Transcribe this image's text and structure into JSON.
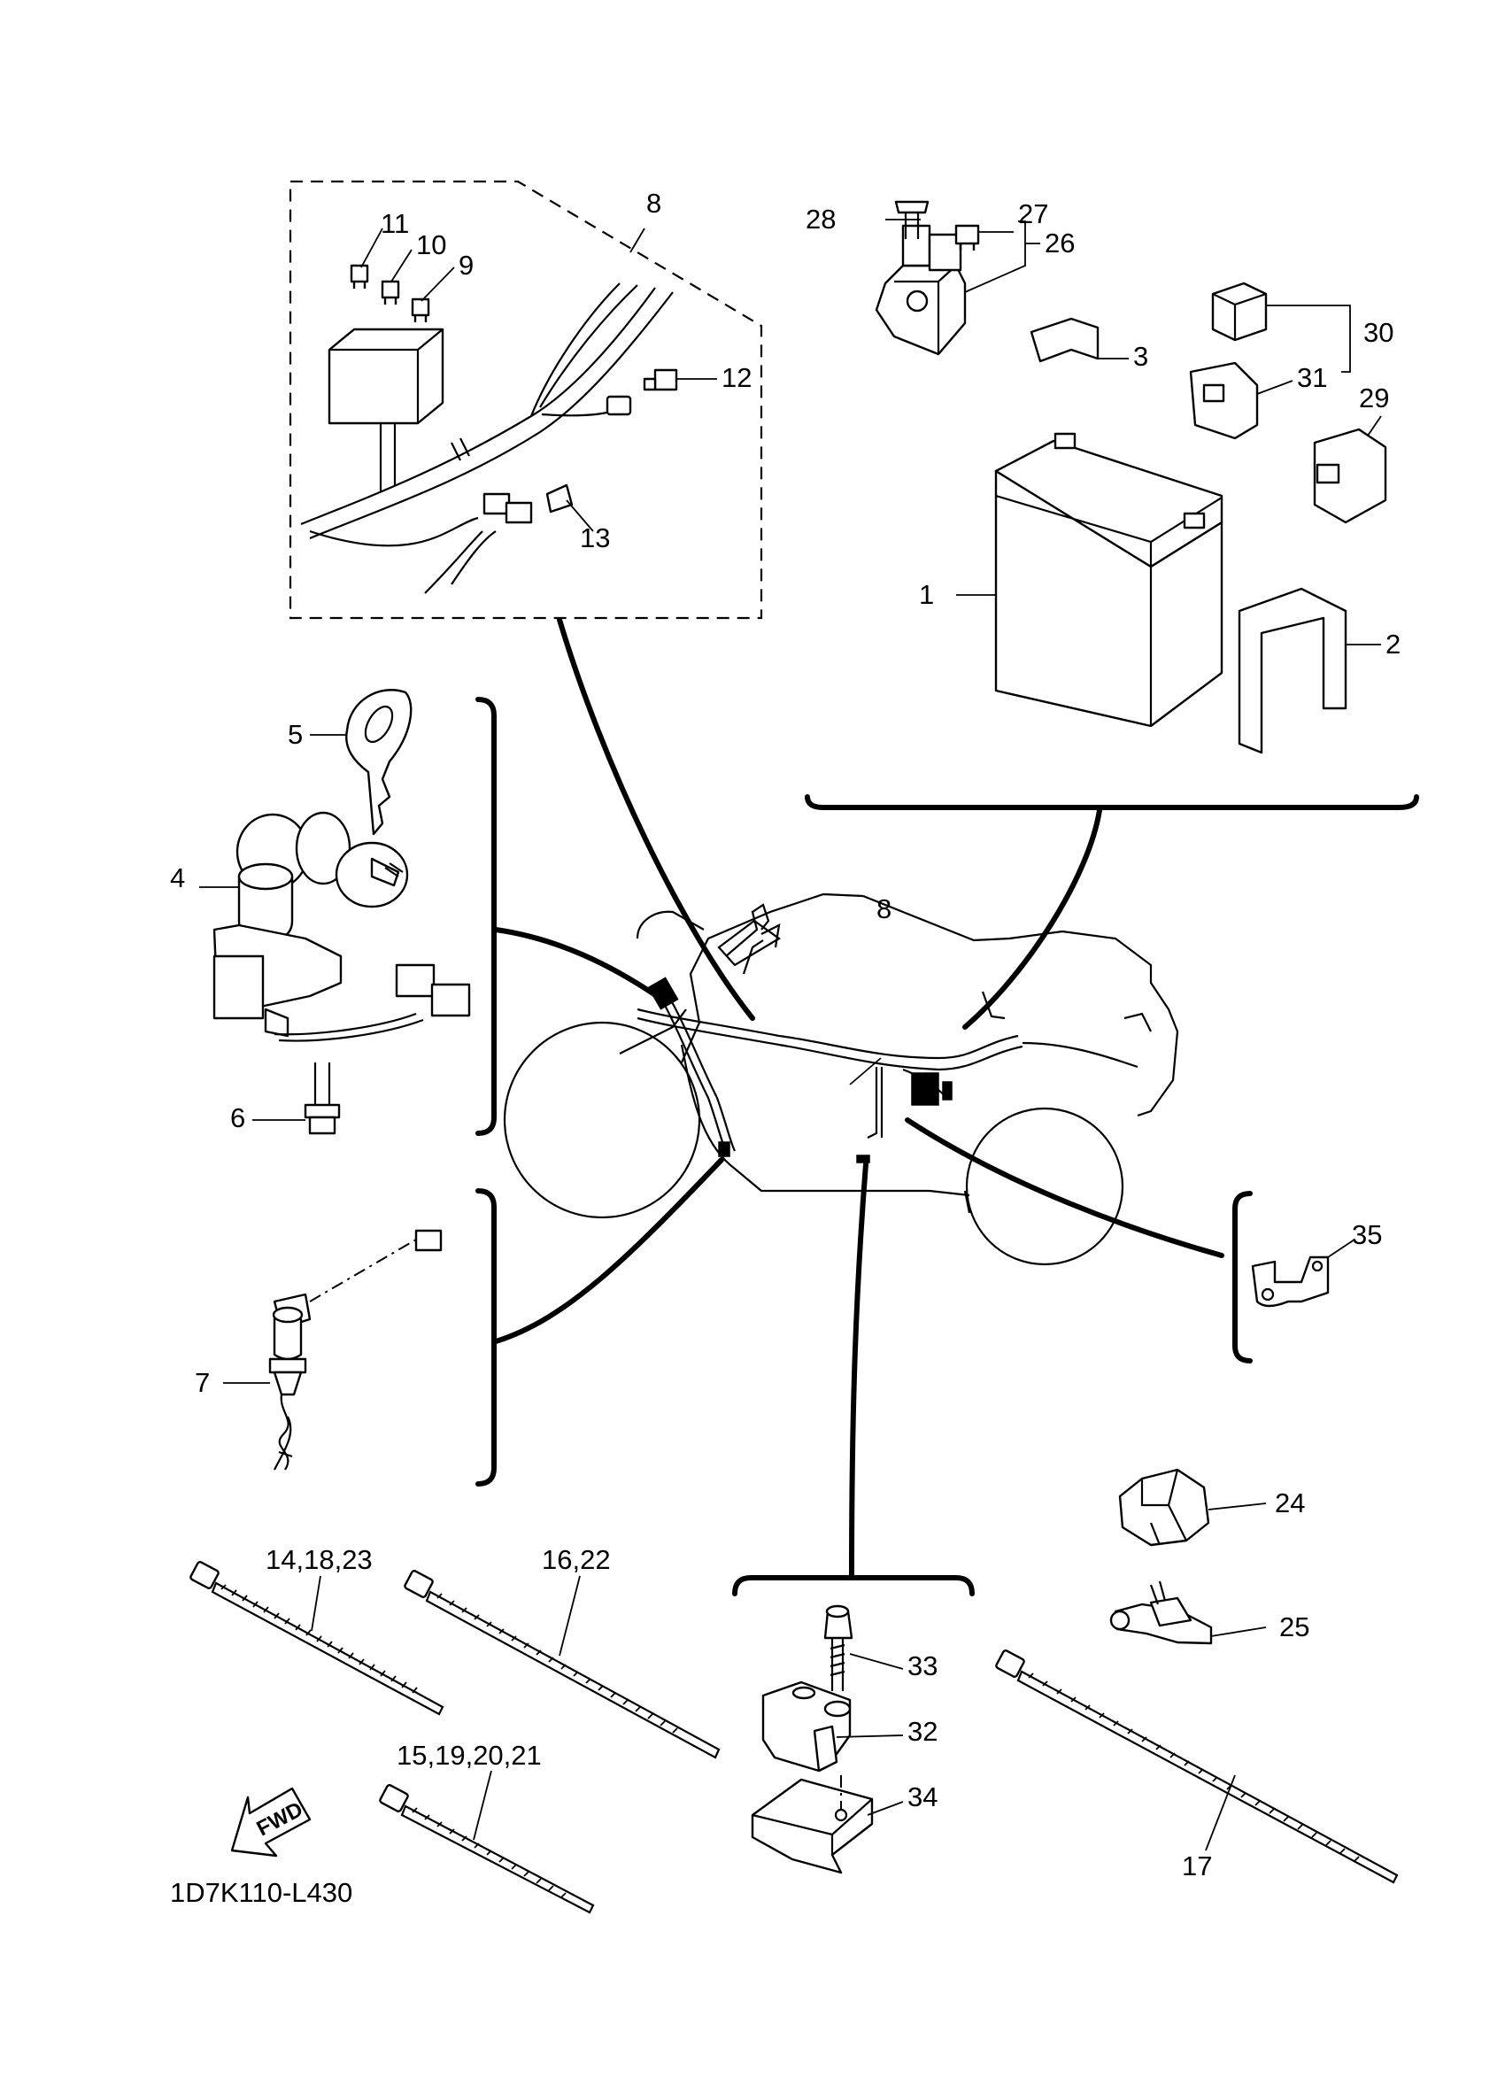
{
  "diagram_code": "1D7K110-L430",
  "fwd_label": "FWD",
  "callouts": {
    "c1": "1",
    "c2": "2",
    "c3": "3",
    "c4": "4",
    "c5": "5",
    "c6": "6",
    "c7": "7",
    "c8a": "8",
    "c8b": "8",
    "c9": "9",
    "c10": "10",
    "c11": "11",
    "c12": "12",
    "c13": "13",
    "c14": "14,18,23",
    "c15": "15,19,20,21",
    "c16": "16,22",
    "c17": "17",
    "c24": "24",
    "c25": "25",
    "c26": "26",
    "c27": "27",
    "c28": "28",
    "c29": "29",
    "c30": "30",
    "c31": "31",
    "c32": "32",
    "c33": "33",
    "c34": "34",
    "c35": "35"
  }
}
